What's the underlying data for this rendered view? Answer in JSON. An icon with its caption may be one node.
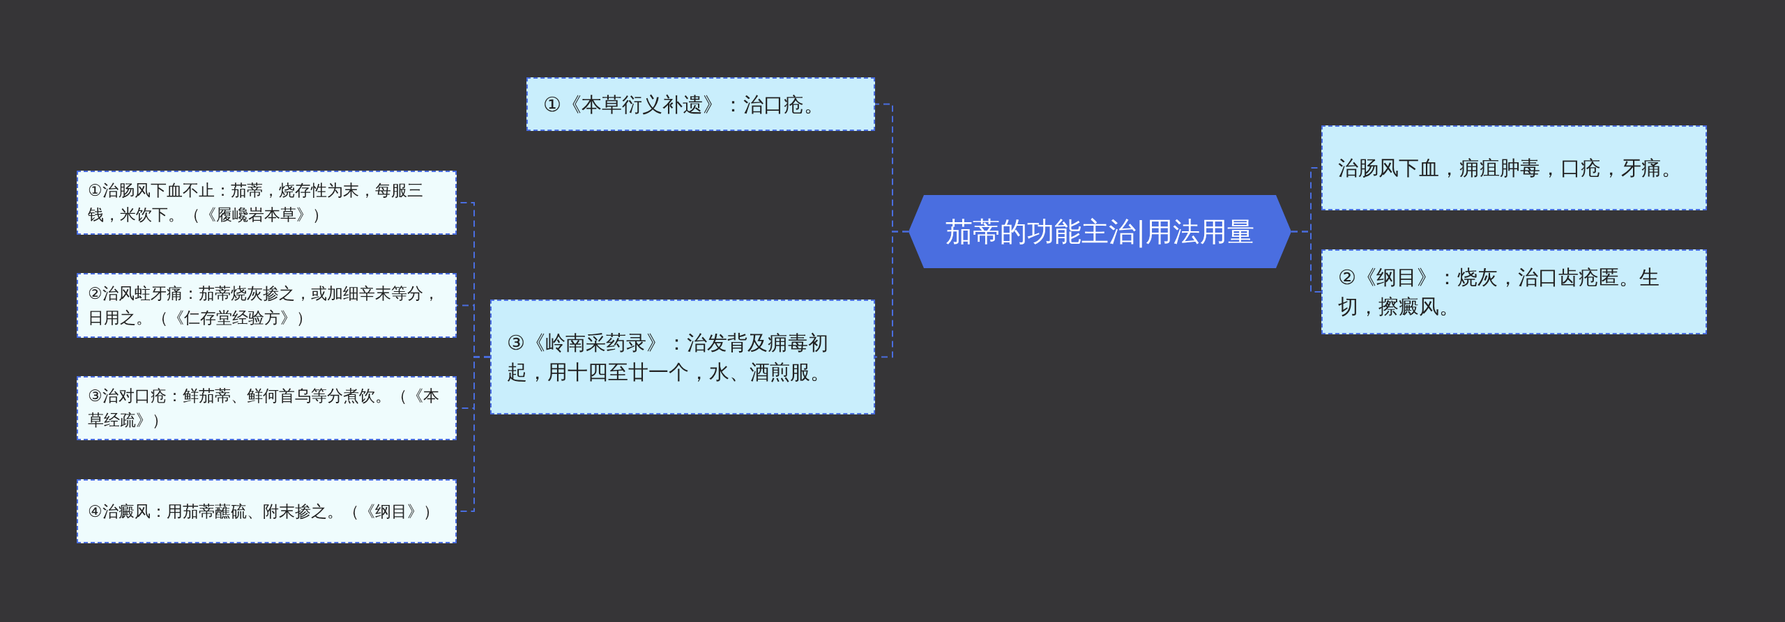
{
  "diagram": {
    "nodes": [
      {
        "text": [
          "茄蒂的功能主治|用法用量"
        ]
      },
      {
        "text": [
          "治肠风下血，痈疽肿毒，口疮，牙痛。"
        ]
      },
      {
        "text": [
          "②《纲目》：烧灰，治口齿疮匿。生切，擦癜风。"
        ]
      },
      {
        "text": [
          "①《本草衍义补遗》：治口疮。"
        ]
      },
      {
        "text": [
          "③《岭南采药录》：治发背及痈毒初起，用十四至廿一个，水、酒煎服。"
        ]
      },
      {
        "text": [
          "①治肠风下血不止：茄蒂，烧存性为末，每服三钱，米饮下。（《履巉岩本草》）"
        ]
      },
      {
        "text": [
          "②治风蛀牙痛：茄蒂烧灰掺之，或加细辛末等分，日用之。（《仁存堂经验方》）"
        ]
      },
      {
        "text": [
          "③治对口疮：鲜茄蒂、鲜何首乌等分煮饮。（《本草经疏》）"
        ]
      },
      {
        "text": [
          "④治癜风：用茄蒂蘸硫、附末掺之。（《纲目》）"
        ]
      }
    ],
    "edges": [
      {
        "from": 0,
        "to": 1,
        "arrow": "none",
        "style": "dashed"
      },
      {
        "from": 0,
        "to": 2,
        "arrow": "none",
        "style": "dashed"
      },
      {
        "from": 0,
        "to": 3,
        "arrow": "none",
        "style": "dashed"
      },
      {
        "from": 0,
        "to": 4,
        "arrow": "none",
        "style": "dashed"
      },
      {
        "from": 4,
        "to": 5,
        "arrow": "none",
        "style": "dashed"
      },
      {
        "from": 4,
        "to": 6,
        "arrow": "none",
        "style": "dashed"
      },
      {
        "from": 4,
        "to": 7,
        "arrow": "none",
        "style": "dashed"
      },
      {
        "from": 4,
        "to": 8,
        "arrow": "none",
        "style": "dashed"
      }
    ]
  }
}
